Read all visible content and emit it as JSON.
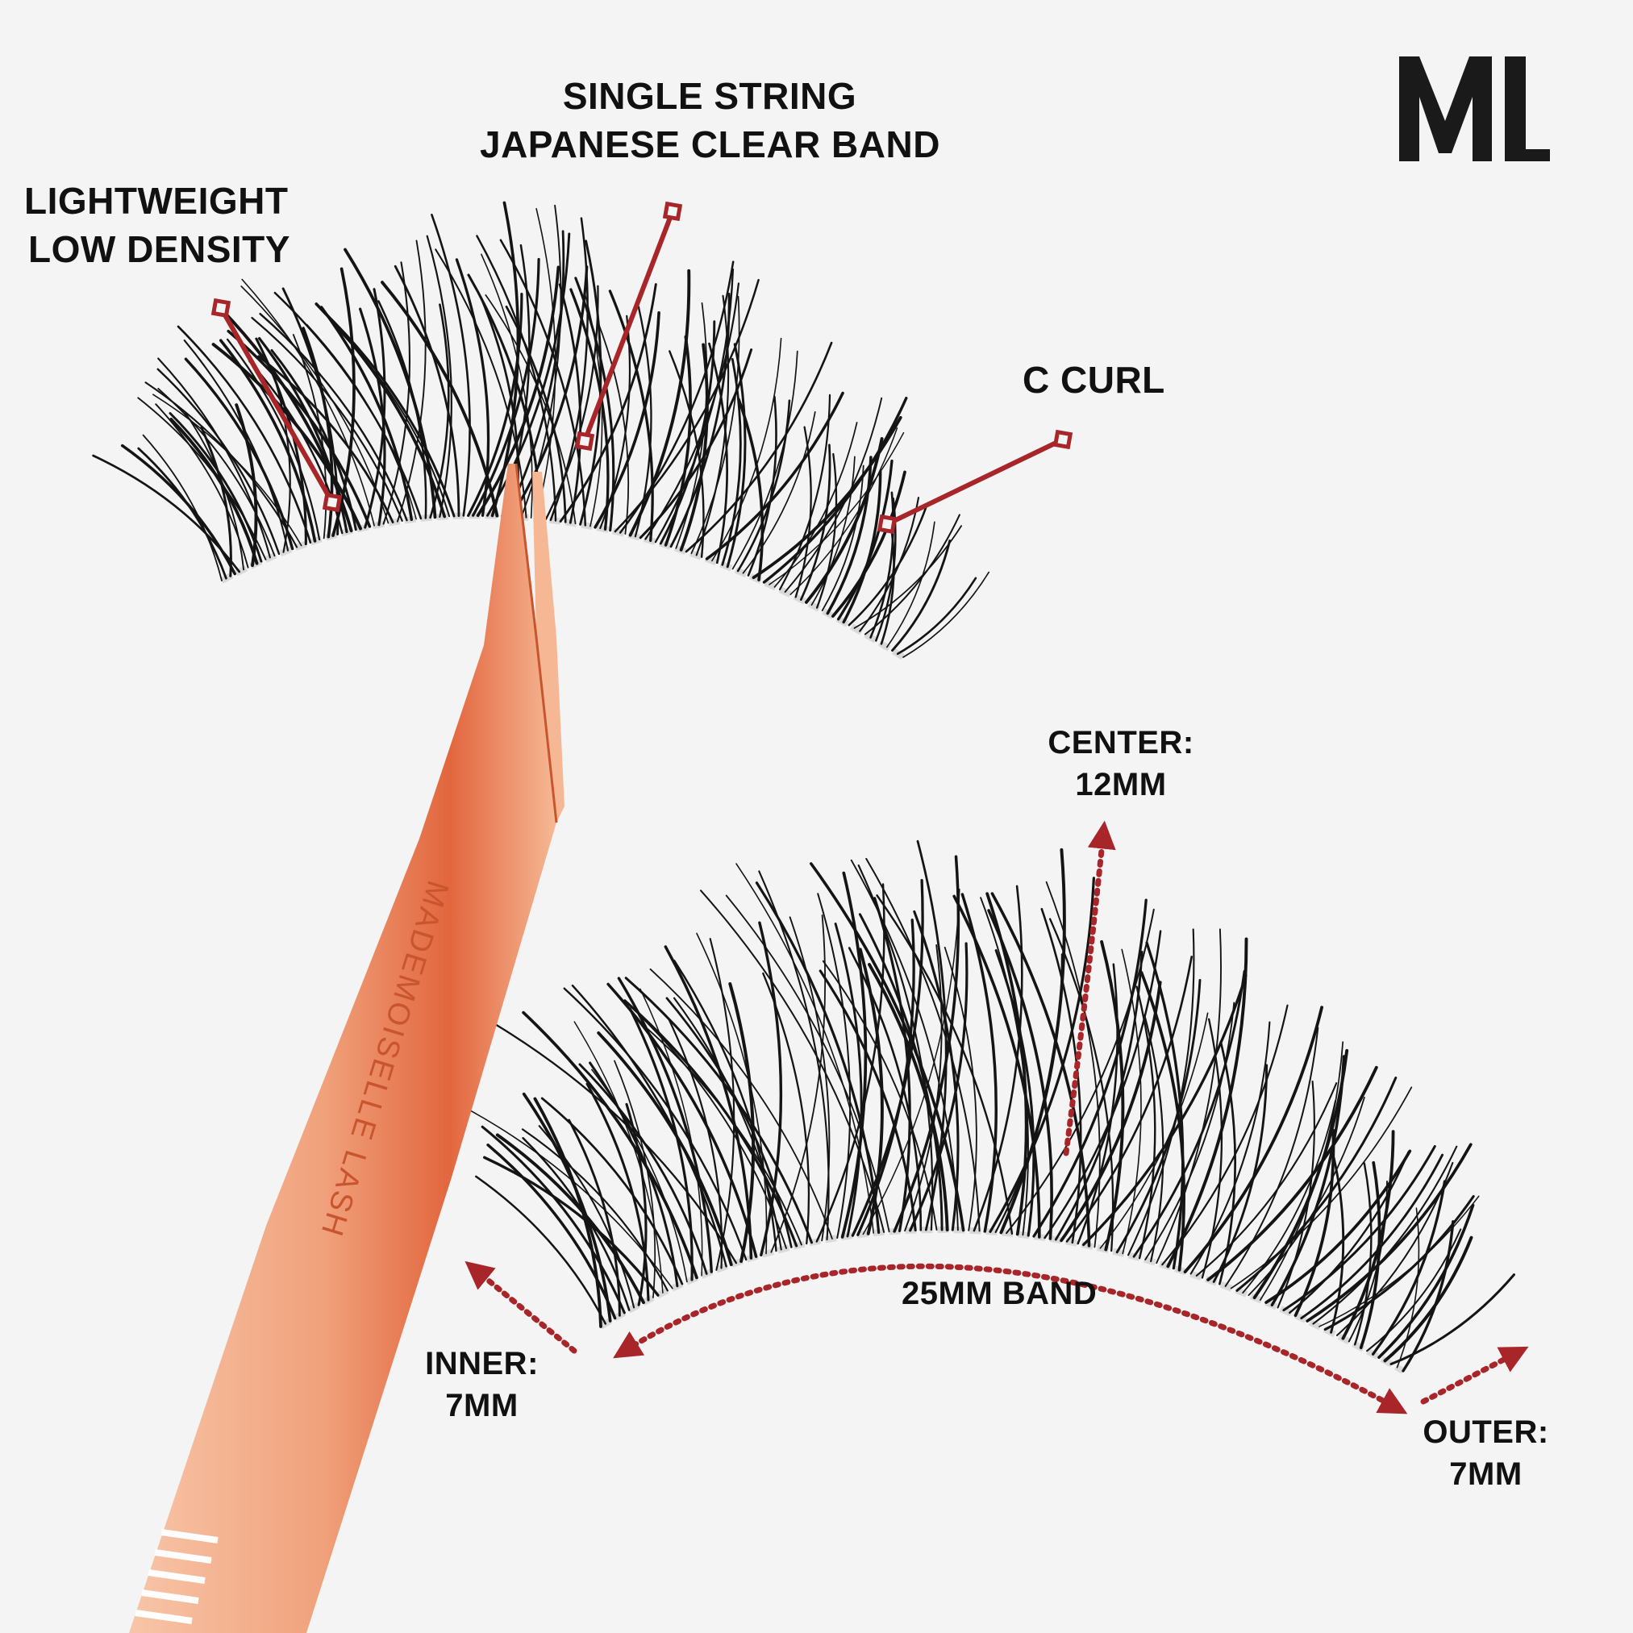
{
  "brand": {
    "logo_text": "ML",
    "tweezer_engraving": "MADEMOISELLE LASH"
  },
  "annotations": {
    "lightweight": [
      "LIGHTWEIGHT",
      "LOW DENSITY"
    ],
    "band_type": [
      "SINGLE STRING",
      "JAPANESE CLEAR BAND"
    ],
    "curl": "C CURL"
  },
  "measurements": {
    "center": [
      "CENTER:",
      "12MM"
    ],
    "band": "25MM BAND",
    "inner": [
      "INNER:",
      "7MM"
    ],
    "outer": [
      "OUTER:",
      "7MM"
    ]
  },
  "colors": {
    "background": "#f4f4f4",
    "accent_red": "#a8262a",
    "lash_black": "#141414",
    "tweezer_rose_gold": "#f0a27c",
    "text": "#111111"
  }
}
